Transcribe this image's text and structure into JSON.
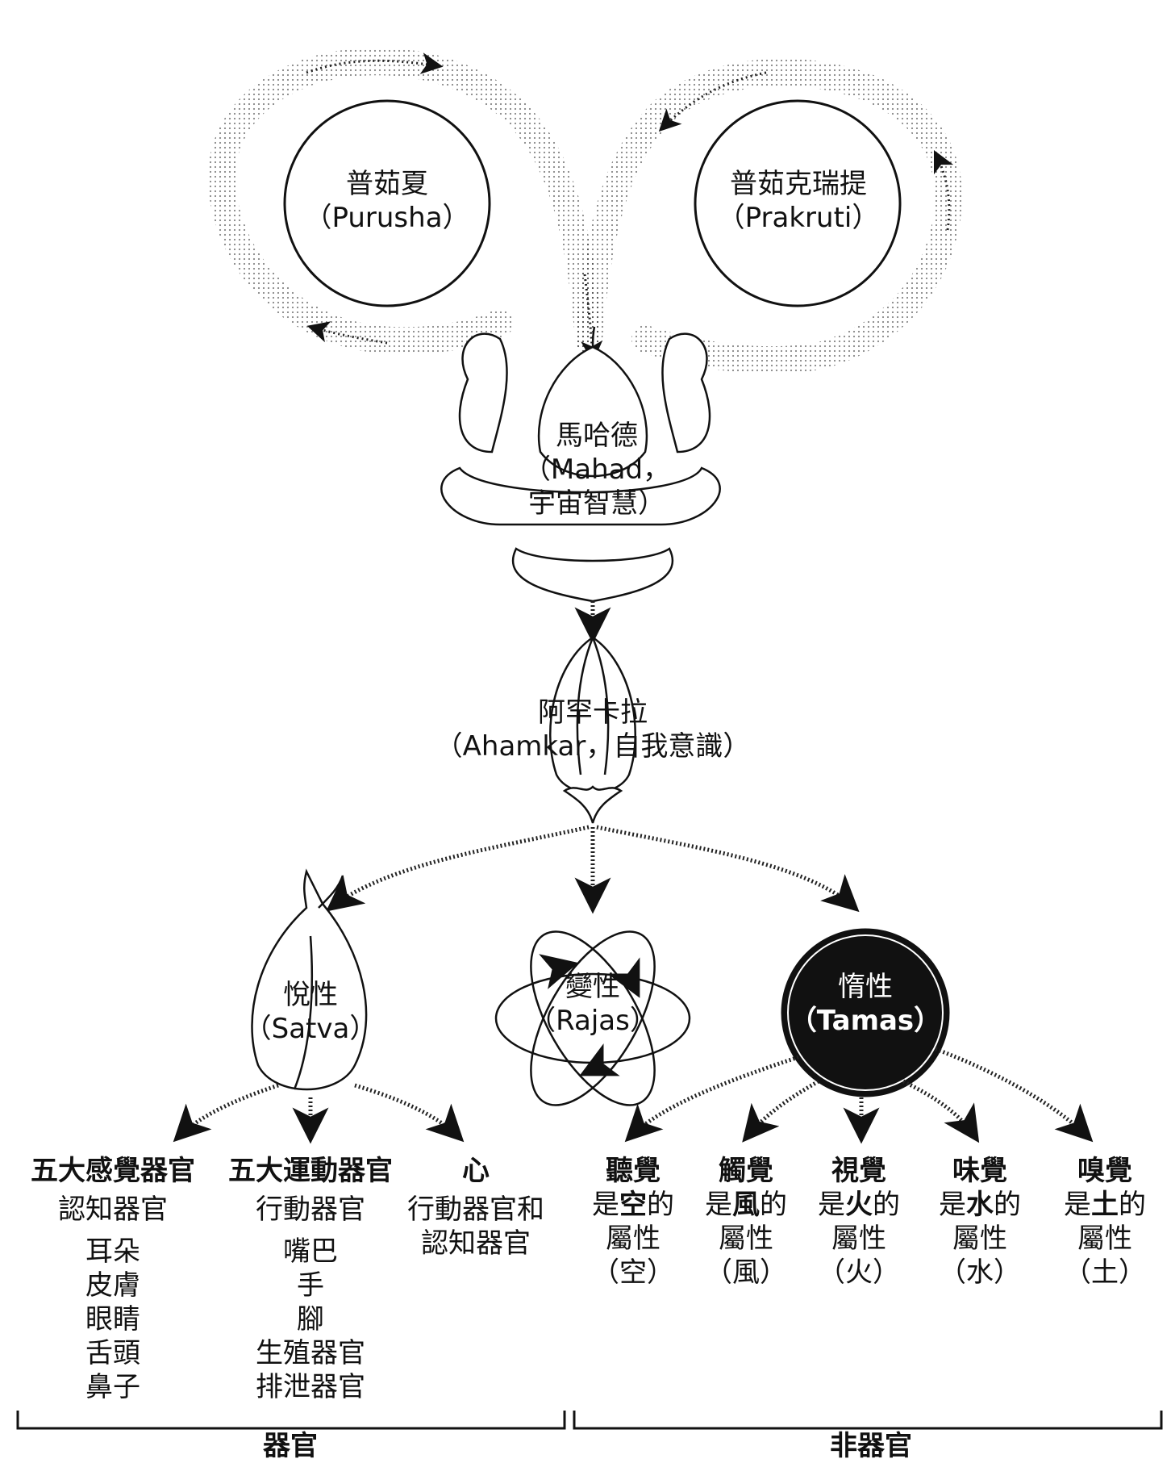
{
  "purusha": {
    "cn": "普茹夏",
    "en": "（Purusha）"
  },
  "prakruti": {
    "cn": "普茹克瑞提",
    "en": "（Prakruti）"
  },
  "mahad": {
    "cn": "馬哈德",
    "en": "（Mahad，",
    "cn2": "宇宙智慧）"
  },
  "ahamkar": {
    "cn": "阿罕卡拉",
    "en": "（Ahamkar，自我意識）"
  },
  "satva": {
    "cn": "悅性",
    "en": "（Satva）"
  },
  "rajas": {
    "cn": "變性",
    "en": "（Rajas）"
  },
  "tamas": {
    "cn": "惰性",
    "en": "（Tamas）"
  },
  "organs": [
    {
      "title": "五大感覺器官",
      "sub": "認知器官",
      "items": [
        "耳朵",
        "皮膚",
        "眼睛",
        "舌頭",
        "鼻子"
      ]
    },
    {
      "title": "五大運動器官",
      "sub": "行動器官",
      "items": [
        "嘴巴",
        "手",
        "腳",
        "生殖器官",
        "排泄器官"
      ]
    },
    {
      "title": "心",
      "sub": "行動器官和",
      "sub2": "認知器官"
    }
  ],
  "senses": [
    {
      "title": "聽覺",
      "pre": "是",
      "elem": "空",
      "post": "的",
      "line3": "屬性",
      "line4": "（空）"
    },
    {
      "title": "觸覺",
      "pre": "是",
      "elem": "風",
      "post": "的",
      "line3": "屬性",
      "line4": "（風）"
    },
    {
      "title": "視覺",
      "pre": "是",
      "elem": "火",
      "post": "的",
      "line3": "屬性",
      "line4": "（火）"
    },
    {
      "title": "味覺",
      "pre": "是",
      "elem": "水",
      "post": "的",
      "line3": "屬性",
      "line4": "（水）"
    },
    {
      "title": "嗅覺",
      "pre": "是",
      "elem": "土",
      "post": "的",
      "line3": "屬性",
      "line4": "（土）"
    }
  ],
  "groups": {
    "organ": "器官",
    "non_organ": "非器官"
  }
}
